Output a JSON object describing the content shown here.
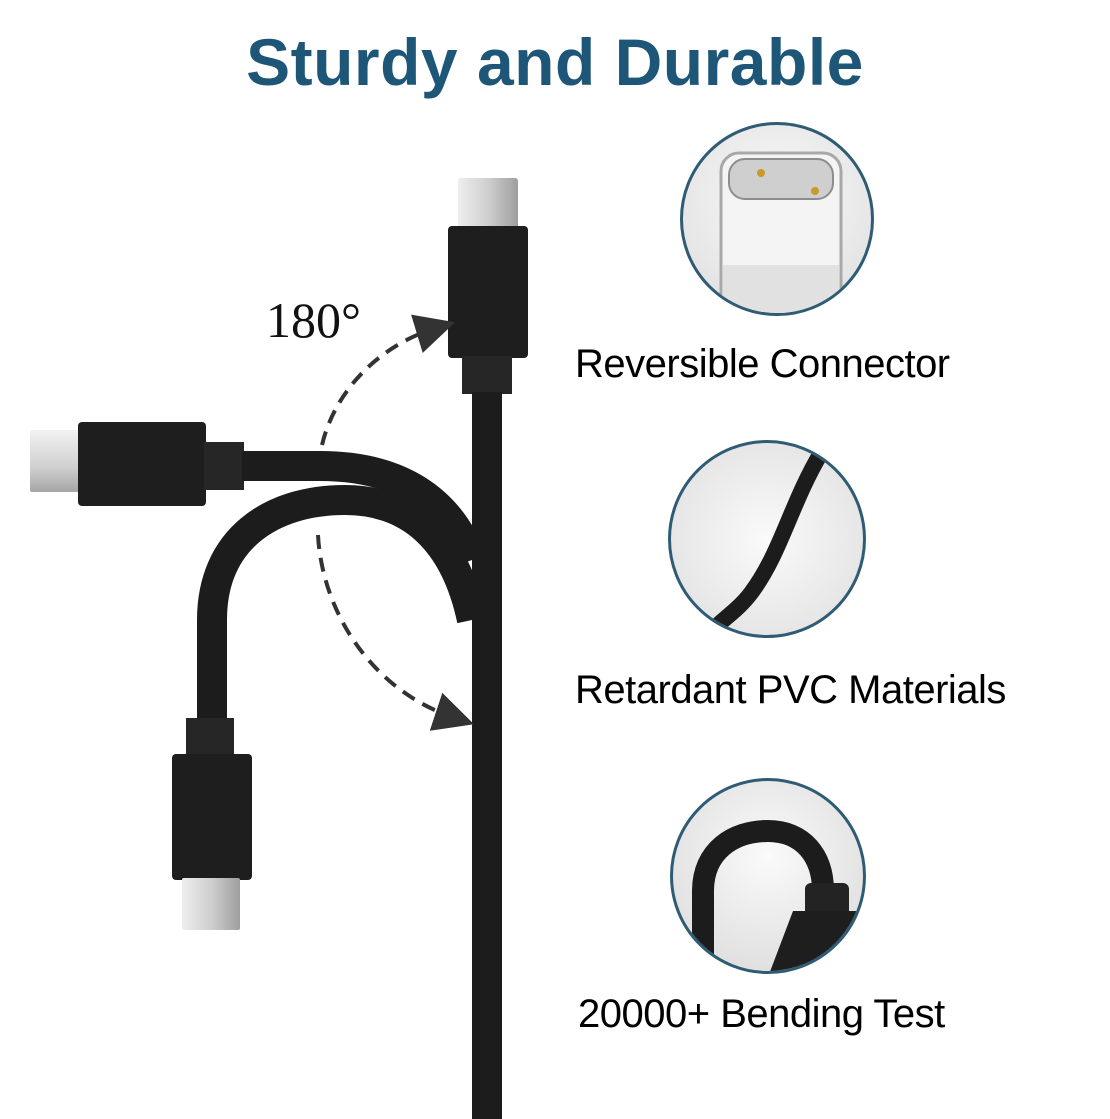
{
  "title": "Sturdy and Durable",
  "angle_label": "180°",
  "features": [
    {
      "label": "Reversible Connector",
      "icon": "usb-c-connector-closeup"
    },
    {
      "label": "Retardant PVC Materials",
      "icon": "cable-closeup"
    },
    {
      "label": "20000+ Bending Test",
      "icon": "bent-cable-closeup"
    }
  ],
  "colors": {
    "title": "#1e5678",
    "circle_border": "#2f5b75",
    "cable": "#1c1c1c",
    "connector_metal": "#c9c9c9"
  }
}
